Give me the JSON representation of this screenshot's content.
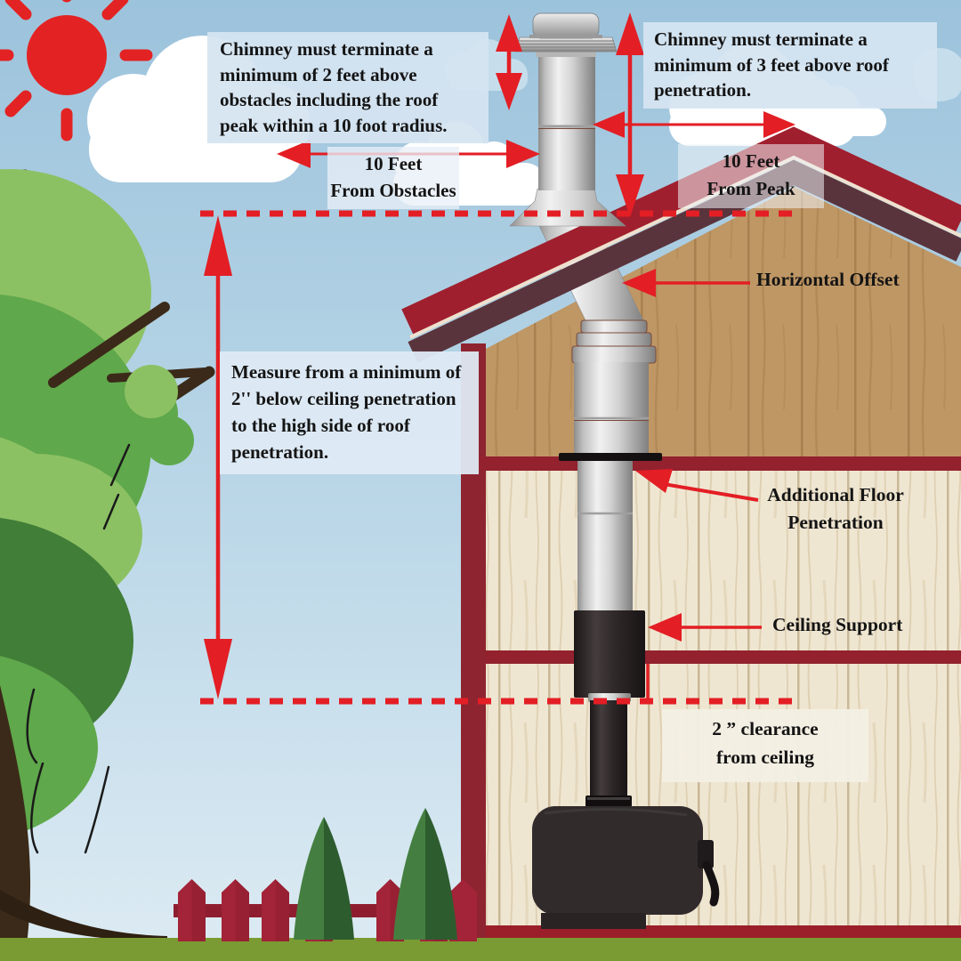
{
  "title": "Chimney installation clearance diagram",
  "callouts": {
    "terminate_obstacles": {
      "lines": [
        "Chimney must terminate a",
        "minimum of 2 feet above",
        "obstacles including the roof",
        "peak within a 10 foot radius."
      ]
    },
    "terminate_roof": {
      "lines": [
        "Chimney must terminate a",
        "minimum of 3 feet above roof",
        "penetration."
      ]
    },
    "measure": {
      "lines": [
        "Measure from a minimum of",
        "2'' below ceiling penetration",
        "to the high side of roof",
        "penetration."
      ]
    },
    "ten_feet_obstacles": {
      "lines": [
        "10 Feet",
        "From Obstacles"
      ]
    },
    "ten_feet_peak": {
      "lines": [
        "10 Feet",
        "From Peak"
      ]
    },
    "horizontal_offset": {
      "label": "Horizontal Offset"
    },
    "additional_floor": {
      "lines": [
        "Additional Floor",
        "Penetration"
      ]
    },
    "ceiling_support": {
      "label": "Ceiling Support"
    },
    "clearance": {
      "lines": [
        "2 ” clearance",
        "from ceiling"
      ]
    }
  },
  "colors": {
    "arrow_red": "#E31E24",
    "roof_red": "#A01F2E",
    "wall_red": "#8E2430",
    "roof_trim_cream": "#EFE0CE",
    "roof_underside_maroon": "#5A343C",
    "attic_wood_tan": "#BF9765",
    "floor_wood_pale": "#EFE6D2",
    "sky_blue": "#9CC3DC",
    "sun_red": "#E32323",
    "cloud_white": "#FFFFFF",
    "grass_green": "#7A9B33",
    "fence_red": "#A32438",
    "tree_green_light": "#8CC163",
    "tree_green_mid": "#5FA84B",
    "tree_green_dark": "#417E38",
    "evergreen_light": "#447F41",
    "evergreen_dark": "#2D5C2F",
    "pipe_silver": "#D9D9D9",
    "stove_black": "#322B2C",
    "callout_bg_blue": "#D5E4F1",
    "callout_bg_cream": "#F3EFE4",
    "text_black": "#141414"
  }
}
